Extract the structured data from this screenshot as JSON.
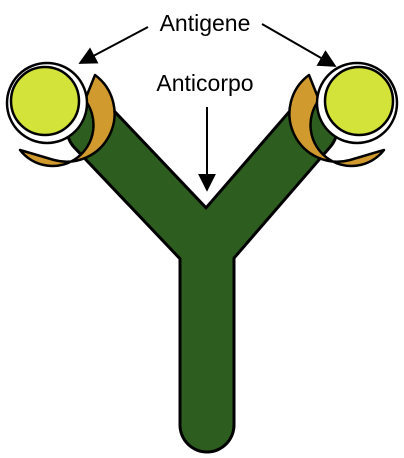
{
  "labels": {
    "antigen": "Antigene",
    "antibody": "Anticorpo"
  },
  "colors": {
    "antibody_fill": "#2e5e1f",
    "antigen_fill": "#d4e33a",
    "binding_site_fill": "#d19a2e",
    "outline": "#000000",
    "background": "#ffffff"
  },
  "parts": [
    "antibody-body",
    "antigen-left",
    "antigen-right",
    "binding-site-left",
    "binding-site-right"
  ]
}
